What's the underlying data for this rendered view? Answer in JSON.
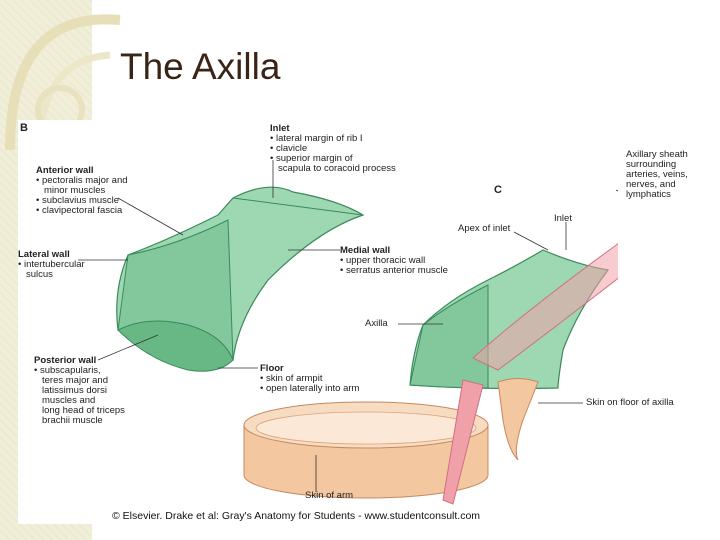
{
  "slide": {
    "title": "The Axilla"
  },
  "figure": {
    "panel_b": "B",
    "panel_c": "C",
    "inlet": {
      "heading": "Inlet",
      "items": [
        "lateral margin of rib I",
        "clavicle",
        "superior margin of"
      ],
      "continuation": "scapula to coracoid process"
    },
    "anterior_wall": {
      "heading": "Anterior wall",
      "items": [
        "pectoralis major and",
        "subclavius muscle",
        "clavipectoral fascia"
      ],
      "continuation": "minor muscles"
    },
    "lateral_wall": {
      "heading": "Lateral wall",
      "items": [
        "intertubercular"
      ],
      "continuation": "sulcus"
    },
    "medial_wall": {
      "heading": "Medial wall",
      "items": [
        "upper thoracic wall",
        "serratus anterior muscle"
      ]
    },
    "posterior_wall": {
      "heading": "Posterior wall",
      "items": [
        "subscapularis,"
      ],
      "continuation_lines": [
        "teres major and",
        "latissimus dorsi",
        "muscles and",
        "long head of triceps",
        "brachii muscle"
      ]
    },
    "floor": {
      "heading": "Floor",
      "items": [
        "skin of armpit",
        "open laterally into arm"
      ]
    },
    "axillary_sheath": [
      "Axillary sheath",
      "surrounding",
      "arteries, veins,",
      "nerves, and",
      "lymphatics"
    ],
    "apex_of_inlet": "Apex of inlet",
    "inlet_c": "Inlet",
    "axilla": "Axilla",
    "skin_floor": "Skin on floor of axilla",
    "skin_arm": "Skin of arm",
    "credit": "© Elsevier. Drake et al: Gray's Anatomy for Students - www.studentconsult.com",
    "colors": {
      "muscle_green": "#8fd3a8",
      "outline_green": "#3a8a5a",
      "skin": "#f3c7a0",
      "sheath": "#f0a0a8"
    }
  }
}
